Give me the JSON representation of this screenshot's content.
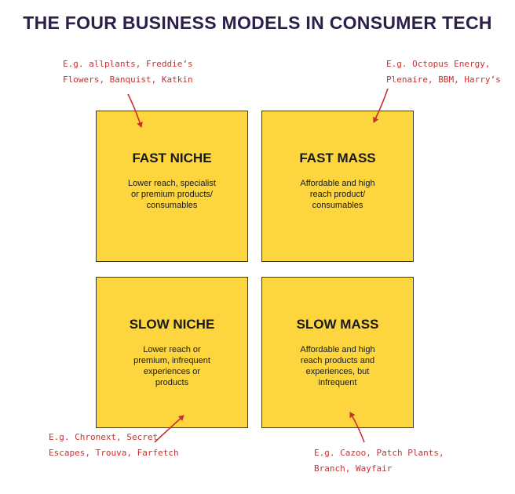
{
  "title": "THE FOUR BUSINESS MODELS IN CONSUMER TECH",
  "quadrants": [
    {
      "title": "FAST NICHE",
      "description": "Lower reach, specialist\nor premium products/\nconsumables",
      "examples": "E.g. allplants, Freddie’s\nFlowers, Banquist, Katkin"
    },
    {
      "title": "FAST MASS",
      "description": "Affordable and high\nreach product/\nconsumables",
      "examples": "E.g. Octopus Energy,\nPlenaire, BBM, Harry’s"
    },
    {
      "title": "SLOW NICHE",
      "description": "Lower reach or\npremium, infrequent\nexperiences or\nproducts",
      "examples": "E.g. Chronext, Secret\nEscapes, Trouva, Farfetch"
    },
    {
      "title": "SLOW MASS",
      "description": "Affordable and high\nreach products and\nexperiences, but\ninfrequent",
      "examples": "E.g. Cazoo, Patch Plants,\nBranch, Wayfair"
    }
  ],
  "colors": {
    "title": "#2d1e4a",
    "card_fill": "#fcd53f",
    "card_border": "#3a3a3a",
    "annotation": "#c8312e"
  }
}
